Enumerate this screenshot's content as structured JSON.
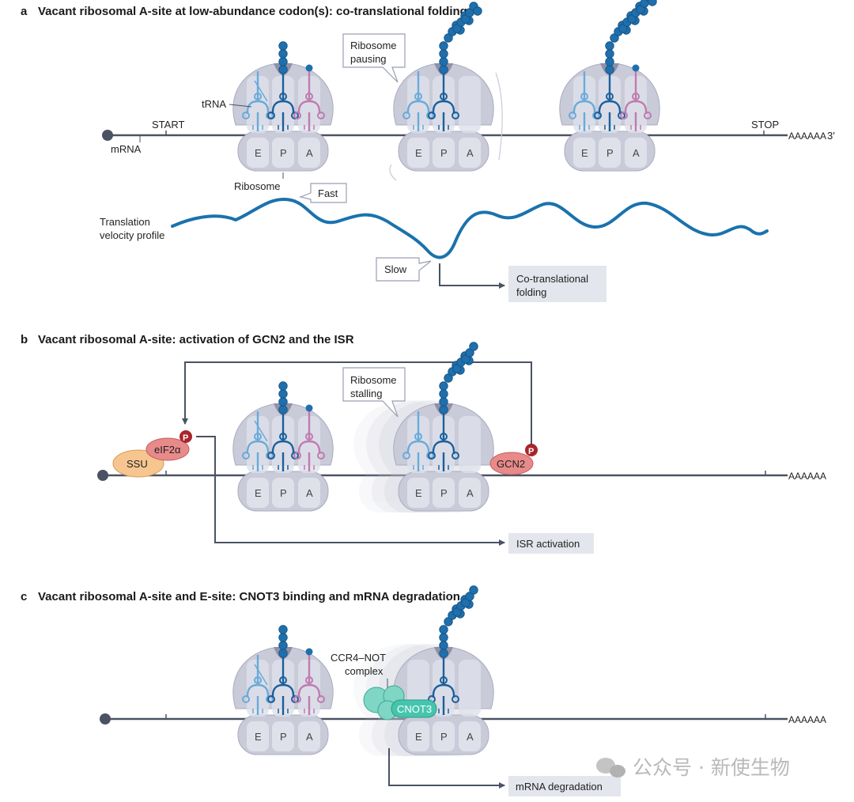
{
  "panel_a": {
    "letter": "a",
    "title": "Vacant ribosomal A-site at low-abundance codon(s): co-translational folding",
    "trna_label": "tRNA",
    "start_label": "START",
    "stop_label": "STOP",
    "mrna_label": "mRNA",
    "polya_label": "AAAAAA",
    "three_prime": "3′",
    "ribosome_label": "Ribosome",
    "pausing_callout": [
      "Ribosome",
      "pausing"
    ],
    "fast_label": "Fast",
    "slow_label": "Slow",
    "velocity_label": [
      "Translation",
      "velocity profile"
    ],
    "folding_box": [
      "Co-translational",
      "folding"
    ]
  },
  "panel_b": {
    "letter": "b",
    "title": "Vacant ribosomal A-site: activation of GCN2 and the ISR",
    "stalling_callout": [
      "Ribosome",
      "stalling"
    ],
    "ssu_label": "SSU",
    "eif2a_label": "eIF2α",
    "gcn2_label": "GCN2",
    "phospho_label": "P",
    "polya_label": "AAAAAA",
    "isr_box": "ISR activation"
  },
  "panel_c": {
    "letter": "c",
    "title": "Vacant ribosomal A-site and E-site: CNOT3 binding and mRNA degradation",
    "ccr4_label": [
      "CCR4–NOT",
      "complex"
    ],
    "cnot3_label": "CNOT3",
    "polya_label": "AAAAAA",
    "degradation_box": "mRNA degradation"
  },
  "site_labels": [
    "E",
    "P",
    "A"
  ],
  "watermark": "公众号 · 新使生物",
  "colors": {
    "ribosome": "#c9cbd9",
    "ribosome_dark": "#8e91a8",
    "site": "#dfe1ea",
    "trna_light": "#6aaad9",
    "trna_dark": "#1b5f9c",
    "trna_pink": "#c07bb0",
    "bead": "#1f6fad",
    "mrna": "#4a5263",
    "velocity": "#1a72ad",
    "box_fill": "#e3e6ec",
    "ssu": "#f7c58f",
    "eif2a": "#e98a8a",
    "phospho": "#a8252c",
    "gcn2": "#e98a8a",
    "cnot": "#7fd6c4",
    "cnot3": "#45c5ae"
  }
}
